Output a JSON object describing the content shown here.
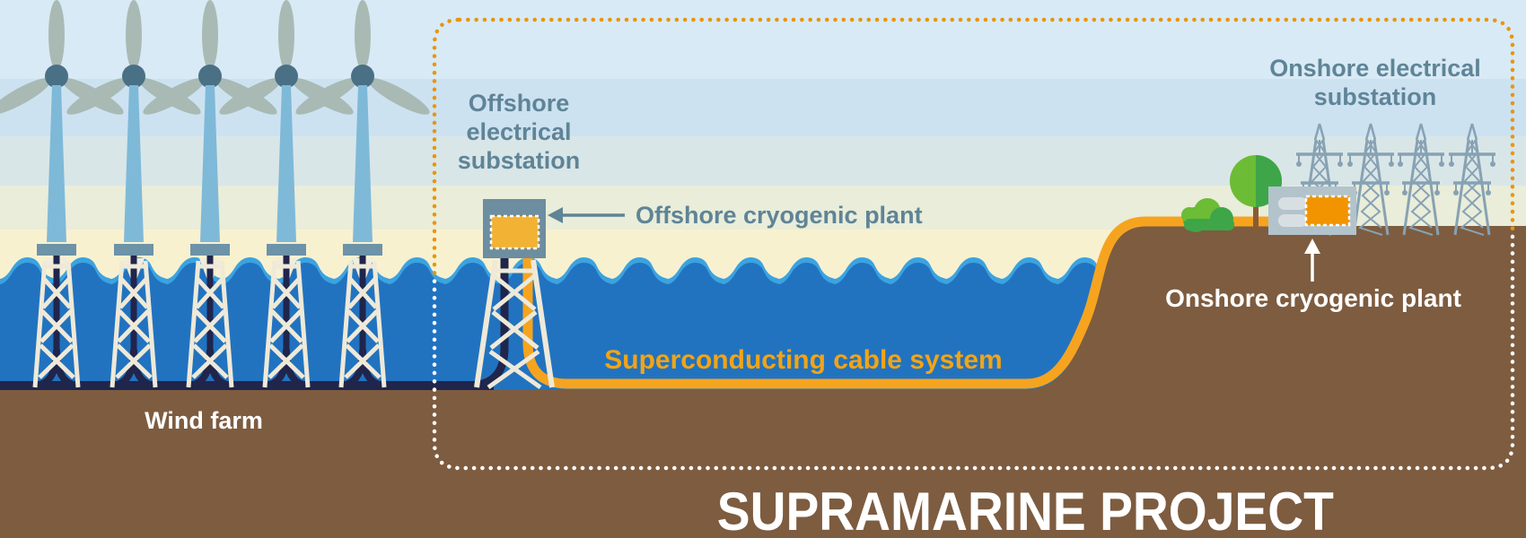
{
  "title": "SUPRAMARINE PROJECT",
  "labels": {
    "wind_farm": "Wind farm",
    "offshore_substation": "Offshore\nelectrical\nsubstation",
    "offshore_cryogenic": "Offshore cryogenic plant",
    "cable_system": "Superconducting cable system",
    "onshore_substation": "Onshore electrical\nsubstation",
    "onshore_cryogenic": "Onshore cryogenic plant"
  },
  "colors": {
    "sky1": "#d8eaf5",
    "sky2": "#cde2f1",
    "sky3": "#d9e6e8",
    "sky4": "#e9edd9",
    "sky5": "#f8f1d0",
    "water": "#2173c0",
    "waveEdge": "#3ba3e0",
    "ground": "#7d5c40",
    "navy": "#20254c",
    "cable": "#f6a41f",
    "blade": "#a9bab4",
    "hub": "#4a7086",
    "turbineTower": "#7fb9d8",
    "platform": "#6d93a8",
    "cream": "#efe9d8",
    "boxGray": "#6d8da0",
    "boxOrangeOffshore": "#f2b233",
    "building": "#b3c3cc",
    "buildingLight": "#d8dfe3",
    "boxOrangeOnshore": "#f19400",
    "pylon": "#87a2b3",
    "treeLight": "#6cbc35",
    "treeDark": "#3ea648",
    "trunk": "#8a5a35",
    "dotOrange": "#e8950f",
    "labelGray": "#5f8497",
    "labelOrange": "#f2a416"
  }
}
